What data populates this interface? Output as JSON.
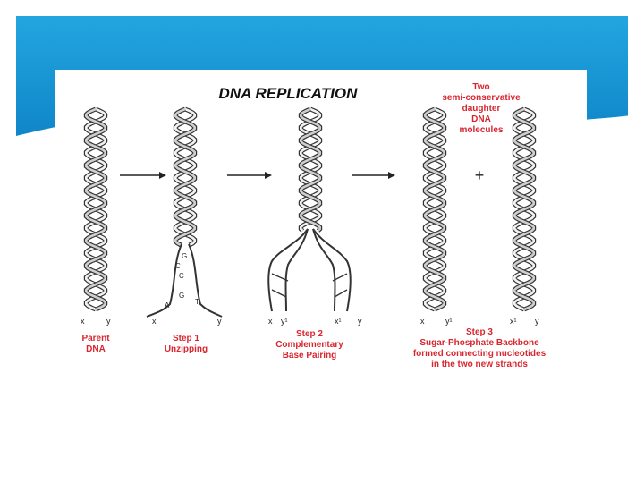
{
  "theme": {
    "header_color": "#1a9ad6",
    "header_dark": "#0f7fc0",
    "caption_color": "#d8262f"
  },
  "title": "DNA REPLICATION",
  "result_note": [
    "Two",
    "semi-conservative",
    "daughter",
    "DNA",
    "molecules"
  ],
  "plus_sign": "+",
  "stages": [
    {
      "caption": [
        "Parent",
        "DNA"
      ],
      "strand_labels": [
        "x",
        "y"
      ]
    },
    {
      "caption": [
        "Step 1",
        "Unzipping"
      ],
      "strand_labels": [
        "x",
        "y"
      ],
      "bases": [
        "G",
        "C",
        "C",
        "G",
        "A",
        "T"
      ]
    },
    {
      "caption": [
        "Step 2",
        "Complementary",
        "Base Pairing"
      ],
      "strand_labels": [
        "x",
        "y¹",
        "x¹",
        "y"
      ]
    },
    {
      "caption": [
        "Step 3",
        "Sugar-Phosphate Backbone",
        "formed connecting nucleotides",
        "in the two new strands"
      ],
      "strand_labels": [
        "x",
        "y¹",
        "x¹",
        "y"
      ]
    }
  ]
}
